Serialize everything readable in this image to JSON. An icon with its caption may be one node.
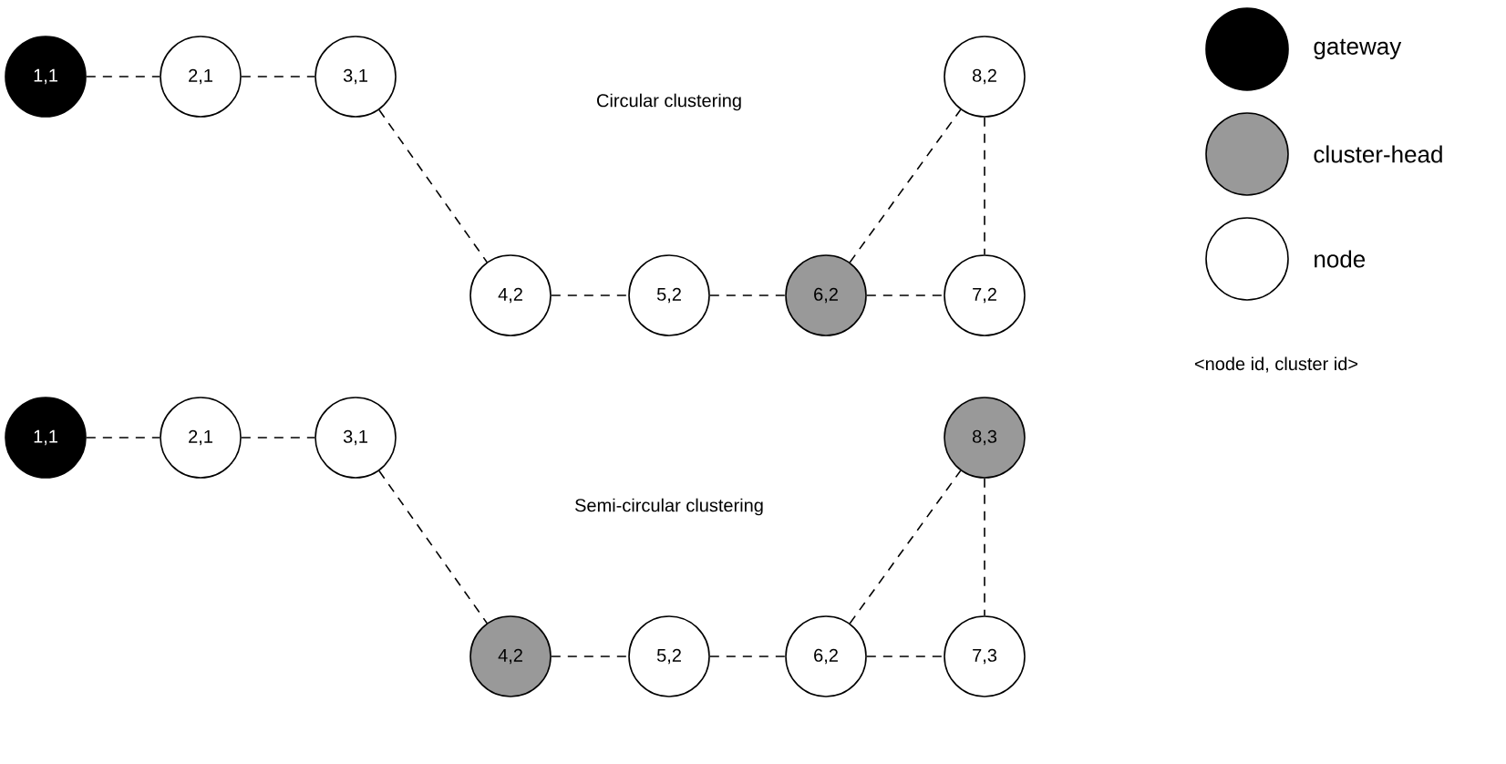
{
  "diagram": {
    "nodes": [
      {
        "text": [
          "1,1"
        ]
      },
      {
        "text": [
          "2,1"
        ]
      },
      {
        "text": [
          "3,1"
        ]
      },
      {
        "text": [
          "8,2"
        ]
      },
      {
        "text": [
          "4,2"
        ]
      },
      {
        "text": [
          "5,2"
        ]
      },
      {
        "text": [
          "6,2"
        ]
      },
      {
        "text": [
          "7,2"
        ]
      },
      {
        "text": [
          "1,1"
        ]
      },
      {
        "text": [
          "2,1"
        ]
      },
      {
        "text": [
          "3,1"
        ]
      },
      {
        "text": [
          "8,3"
        ]
      },
      {
        "text": [
          "4,2"
        ]
      },
      {
        "text": [
          "5,2"
        ]
      },
      {
        "text": [
          "6,2"
        ]
      },
      {
        "text": [
          "7,3"
        ]
      }
    ],
    "edges": [
      {
        "from": 0,
        "to": 1,
        "arrow": "none",
        "style": "dashed"
      },
      {
        "from": 1,
        "to": 2,
        "arrow": "none",
        "style": "dashed"
      },
      {
        "from": 2,
        "to": 4,
        "arrow": "none",
        "style": "dashed"
      },
      {
        "from": 4,
        "to": 5,
        "arrow": "none",
        "style": "dashed"
      },
      {
        "from": 5,
        "to": 6,
        "arrow": "none",
        "style": "dashed"
      },
      {
        "from": 6,
        "to": 7,
        "arrow": "none",
        "style": "dashed"
      },
      {
        "from": 6,
        "to": 3,
        "arrow": "none",
        "style": "dashed"
      },
      {
        "from": 3,
        "to": 7,
        "arrow": "none",
        "style": "dashed"
      },
      {
        "from": 8,
        "to": 9,
        "arrow": "none",
        "style": "dashed"
      },
      {
        "from": 9,
        "to": 10,
        "arrow": "none",
        "style": "dashed"
      },
      {
        "from": 10,
        "to": 12,
        "arrow": "none",
        "style": "dashed"
      },
      {
        "from": 12,
        "to": 13,
        "arrow": "none",
        "style": "dashed"
      },
      {
        "from": 13,
        "to": 14,
        "arrow": "none",
        "style": "dashed"
      },
      {
        "from": 14,
        "to": 15,
        "arrow": "none",
        "style": "dashed"
      },
      {
        "from": 14,
        "to": 11,
        "arrow": "none",
        "style": "dashed"
      },
      {
        "from": 11,
        "to": 15,
        "arrow": "none",
        "style": "dashed"
      }
    ],
    "labels": [
      "Circular clustering",
      "Semi-circular clustering",
      "<node id, cluster id>"
    ],
    "legend": [
      {
        "text": "gateway",
        "color": "#000000"
      },
      {
        "text": "cluster-head",
        "color": "#999999"
      },
      {
        "text": "node"
      }
    ]
  }
}
